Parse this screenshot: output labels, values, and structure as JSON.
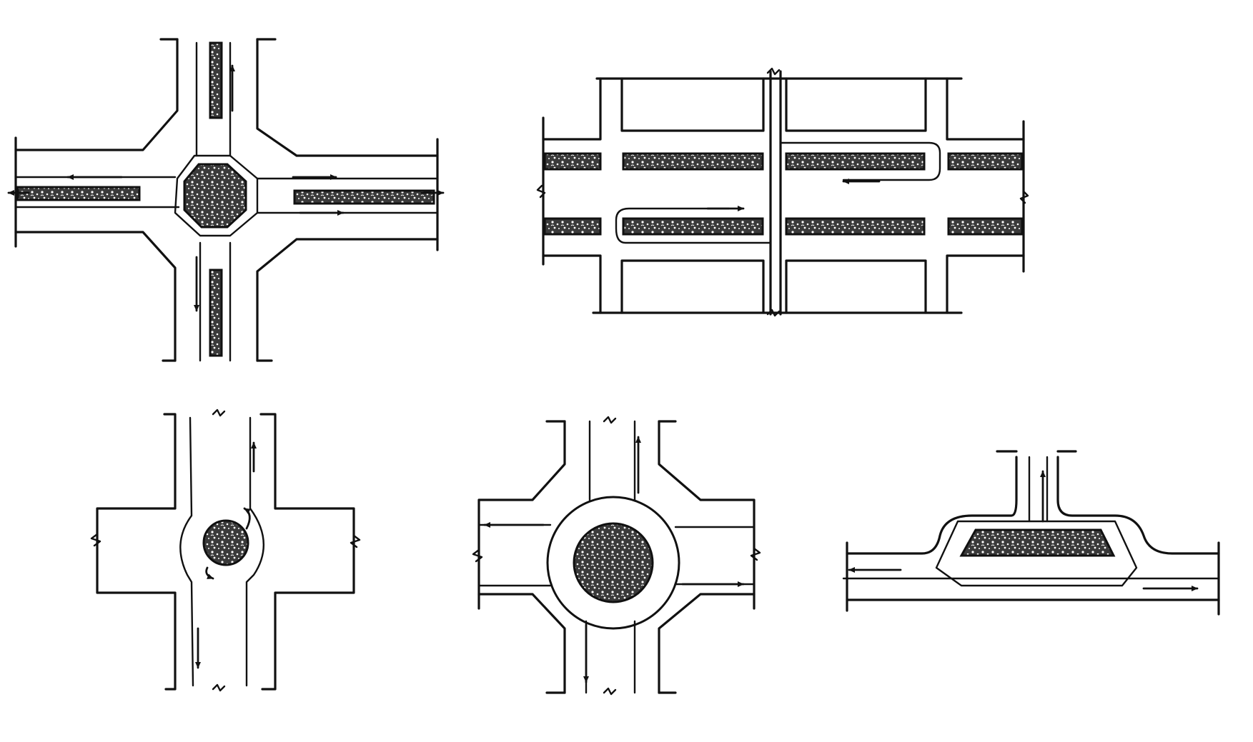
{
  "figure": {
    "colors": {
      "ink": "#111111",
      "background": "#ffffff",
      "island_fill": "#3a3a3a"
    },
    "panels": [
      {
        "id": "cross-roundabout-with-divided-approaches"
      },
      {
        "id": "median-u-turn-corridor"
      },
      {
        "id": "small-central-island-intersection"
      },
      {
        "id": "large-circular-roundabout"
      },
      {
        "id": "t-junction-with-triangular-island"
      }
    ],
    "icons": [
      "arrow-icon",
      "break-line-icon",
      "traffic-island-icon"
    ]
  }
}
